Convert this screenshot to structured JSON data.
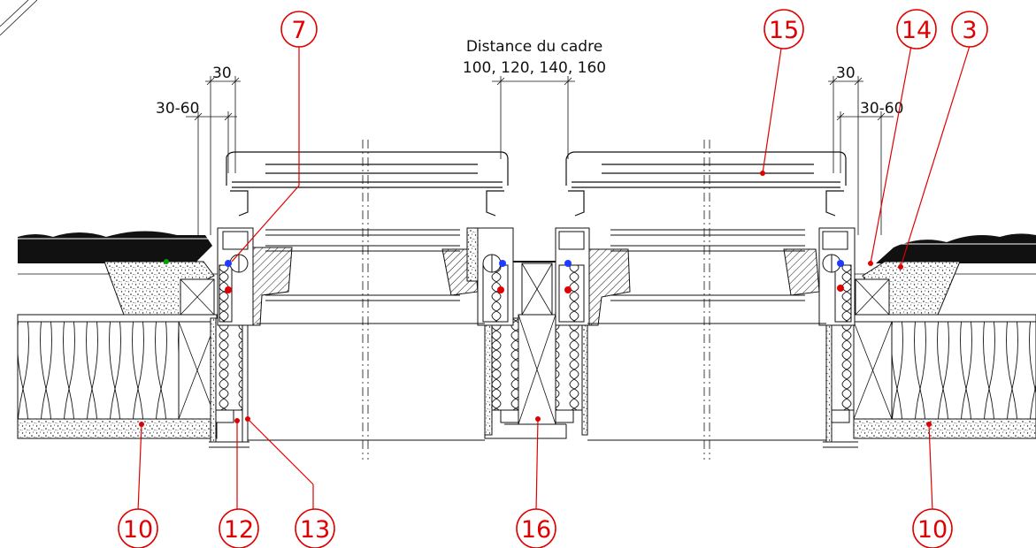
{
  "header": {
    "line1": "Distance du cadre",
    "line2": "100, 120, 140, 160"
  },
  "dimensions": {
    "left_30": "30",
    "left_30_60": "30-60",
    "right_30": "30",
    "right_30_60": "30-60"
  },
  "callouts": {
    "c7": "7",
    "c15": "15",
    "c14": "14",
    "c3": "3",
    "c10_left": "10",
    "c12": "12",
    "c13": "13",
    "c16": "16",
    "c10_right": "10"
  },
  "colors": {
    "line": "#111111",
    "callout": "#e00000",
    "blue_marker": "#1e3cff",
    "red_marker": "#e00000",
    "green_marker": "#00a000"
  }
}
